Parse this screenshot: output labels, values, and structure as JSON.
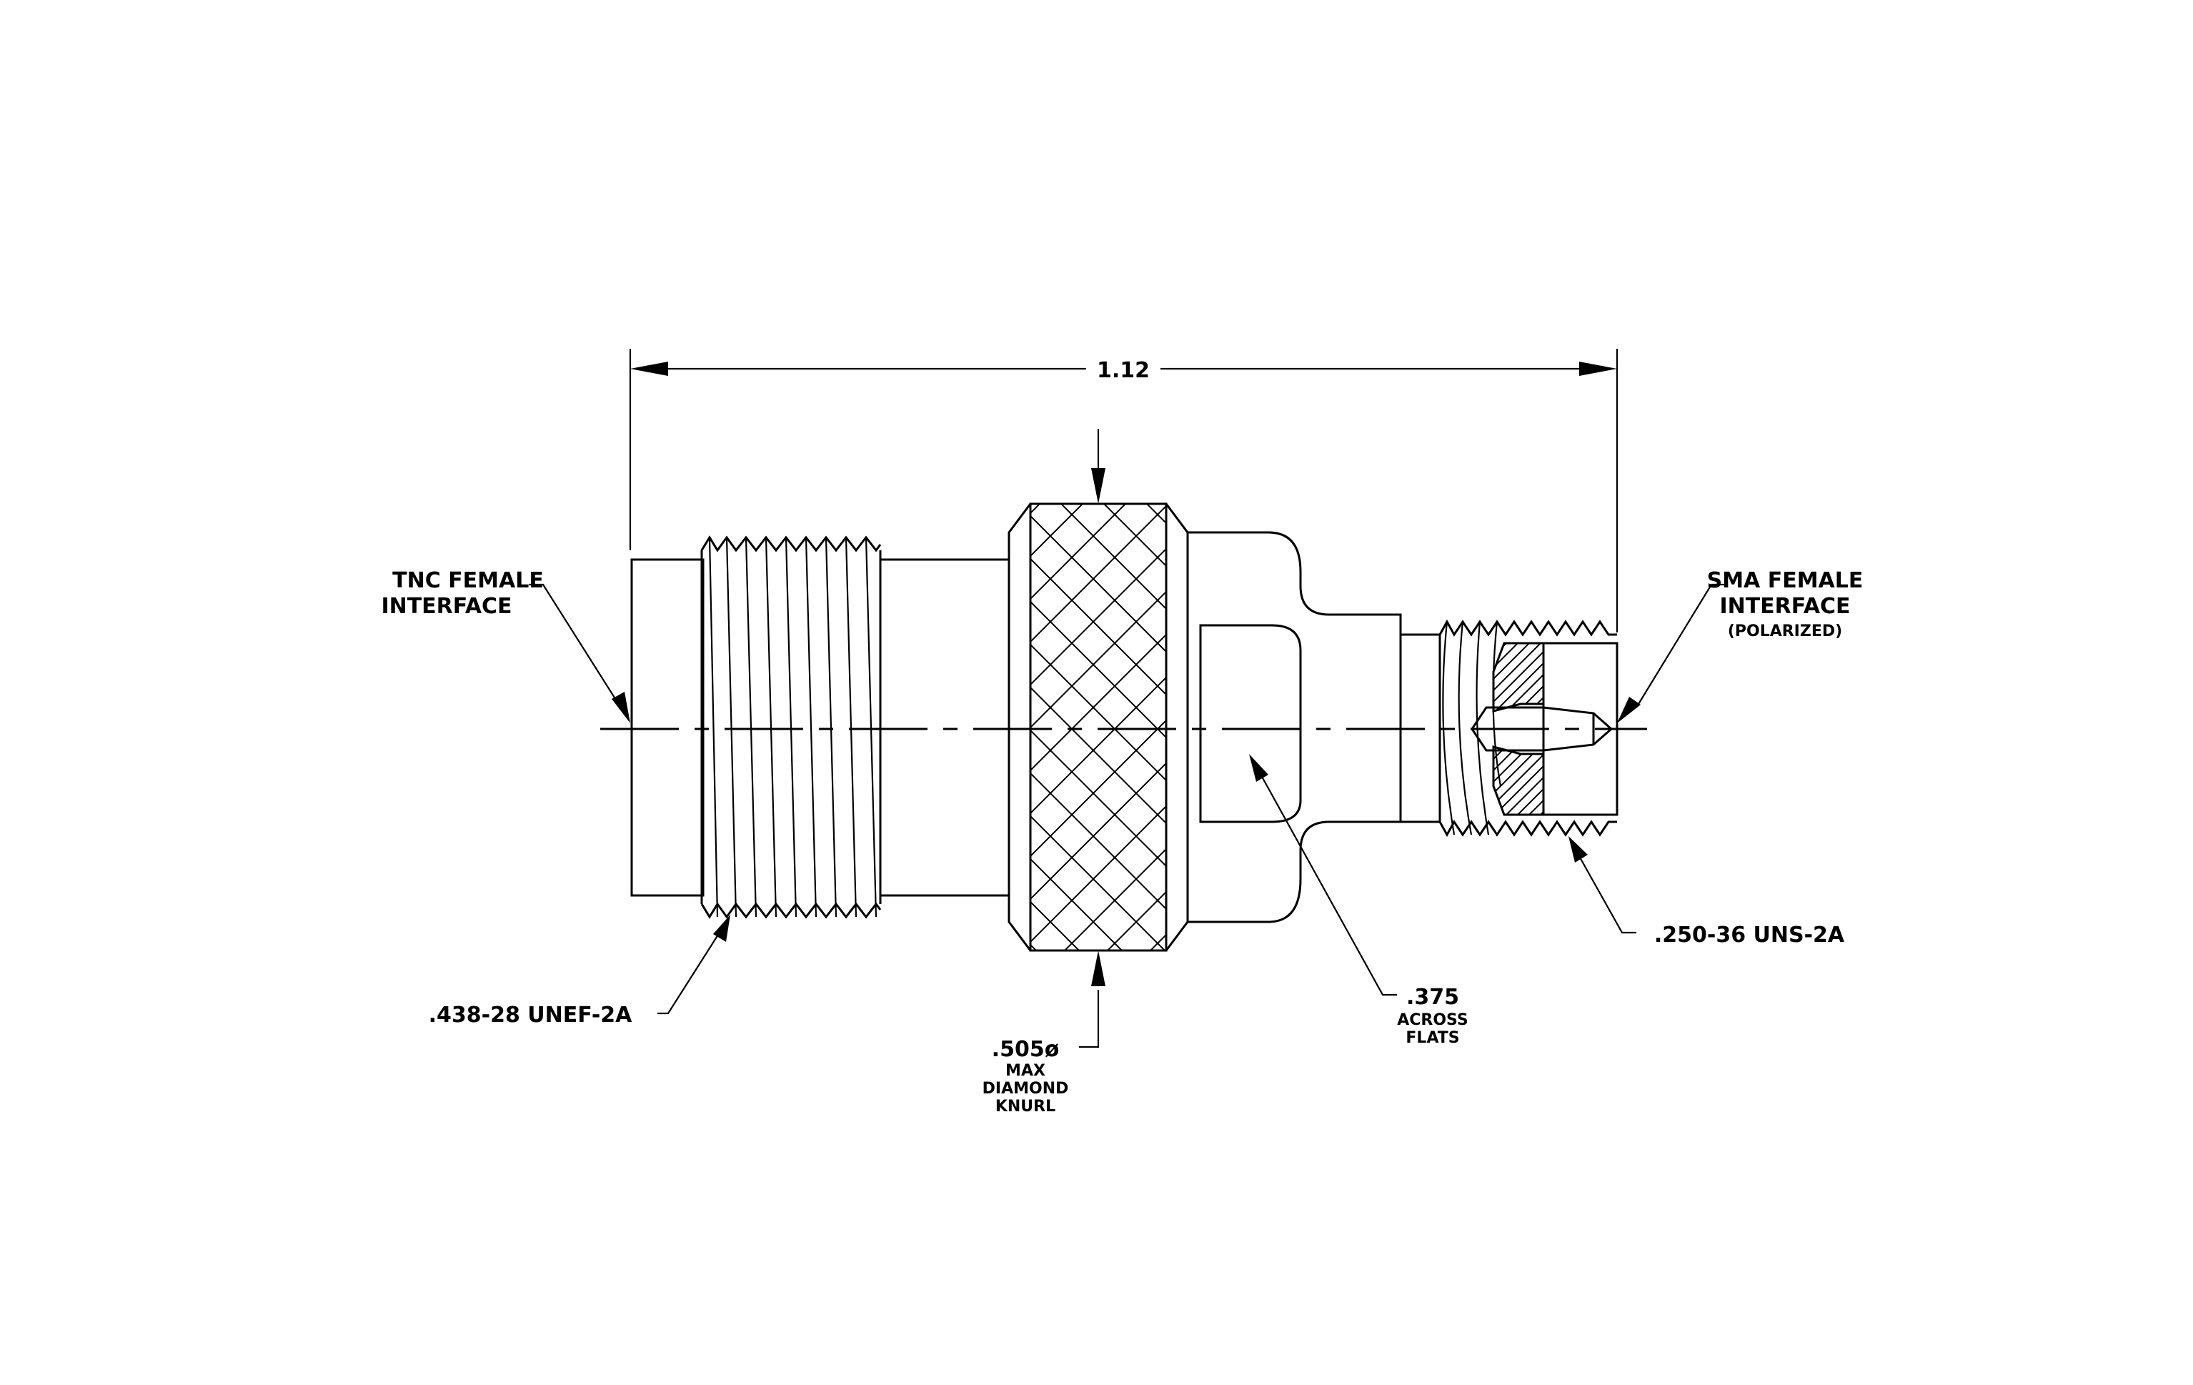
{
  "labels": {
    "overall_length": "1.12",
    "tnc_line1": "TNC FEMALE",
    "tnc_line2": "INTERFACE",
    "sma_line1": "SMA FEMALE",
    "sma_line2": "INTERFACE",
    "sma_line3": "(POLARIZED)",
    "tnc_thread": ".438-28 UNEF-2A",
    "sma_thread": ".250-36 UNS-2A",
    "knurl_line1": ".505ø",
    "knurl_line2": "MAX",
    "knurl_line3": "DIAMOND",
    "knurl_line4": "KNURL",
    "flats_line1": ".375",
    "flats_line2": "ACROSS",
    "flats_line3": "FLATS"
  }
}
